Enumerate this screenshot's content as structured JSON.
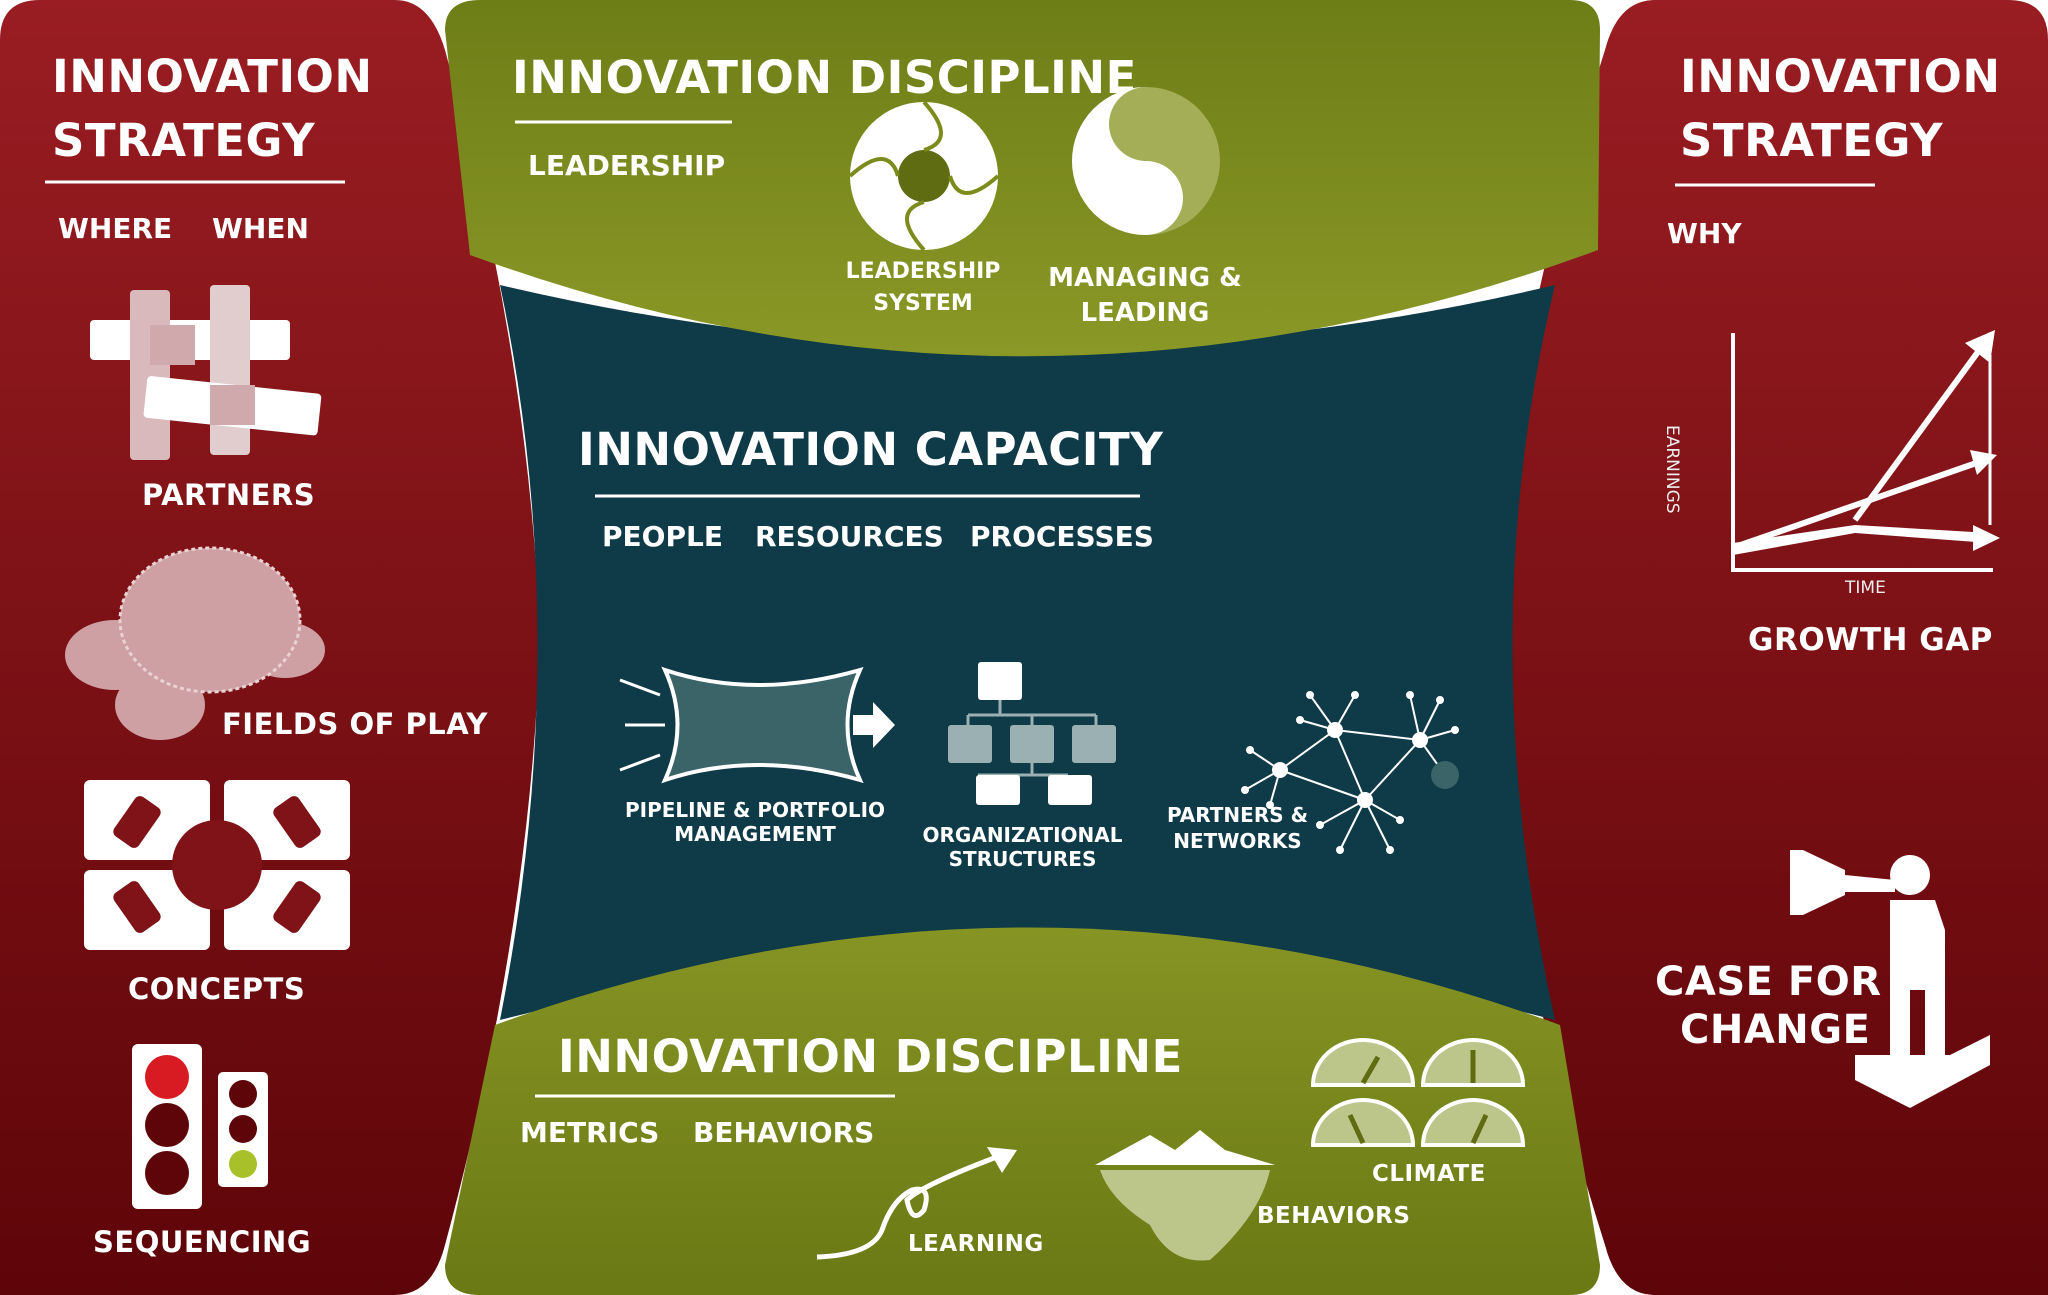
{
  "left_panel": {
    "title_line1": "INNOVATION",
    "title_line2": "STRATEGY",
    "sub_where": "WHERE",
    "sub_when": "WHEN",
    "labels": {
      "partners": "PARTNERS",
      "fields_of_play": "FIELDS OF PLAY",
      "concepts": "CONCEPTS",
      "sequencing": "SEQUENCING"
    }
  },
  "right_panel": {
    "title_line1": "INNOVATION",
    "title_line2": "STRATEGY",
    "sub_why": "WHY",
    "chart_ylabel": "EARNINGS",
    "chart_xlabel": "TIME",
    "growth_gap": "GROWTH GAP",
    "case_line1": "CASE FOR",
    "case_line2": "CHANGE"
  },
  "top_panel": {
    "title": "INNOVATION DISCIPLINE",
    "sub": "LEADERSHIP",
    "leadership_line1": "LEADERSHIP",
    "leadership_line2": "SYSTEM",
    "managing_line1": "MANAGING &",
    "managing_line2": "LEADING"
  },
  "center_panel": {
    "title": "INNOVATION CAPACITY",
    "sub_people": "PEOPLE",
    "sub_resources": "RESOURCES",
    "sub_processes": "PROCESSES",
    "pipeline_line1": "PIPELINE & PORTFOLIO",
    "pipeline_line2": "MANAGEMENT",
    "org_line1": "ORGANIZATIONAL",
    "org_line2": "STRUCTURES",
    "partners_line1": "PARTNERS &",
    "partners_line2": "NETWORKS"
  },
  "bottom_panel": {
    "title": "INNOVATION DISCIPLINE",
    "sub_metrics": "METRICS",
    "sub_behaviors": "BEHAVIORS",
    "learning": "LEARNING",
    "behaviors": "BEHAVIORS",
    "climate": "CLIMATE"
  },
  "colors": {
    "red": "#8e1b1f",
    "red_dark": "#5c0608",
    "green": "#7c8b1c",
    "green_dark": "#5f6c12",
    "teal": "#0f3a47"
  }
}
